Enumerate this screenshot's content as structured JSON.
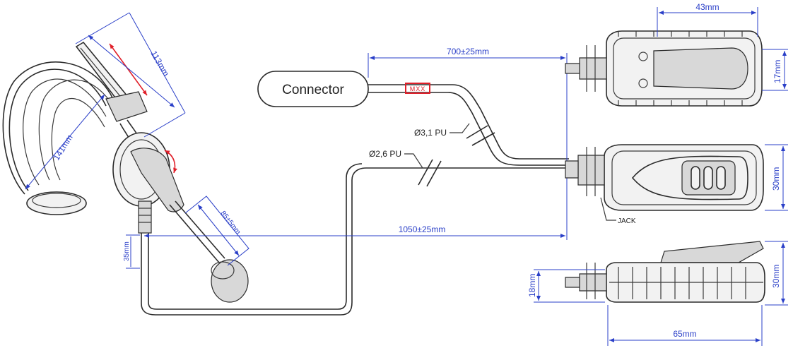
{
  "connector": {
    "label": "Connector",
    "marker": "MXX"
  },
  "cables": {
    "upper_length": "700±25mm",
    "upper_spec": "Ø3,1 PU",
    "lower_length": "1050±25mm",
    "lower_spec": "Ø2,6 PU"
  },
  "headset": {
    "headband": "113mm",
    "side": "141mm",
    "boom": "85±5mm",
    "plug": "35mm"
  },
  "ptt": {
    "top_width": "43mm",
    "top_height": "17mm",
    "front_height": "30mm",
    "jack_label": "JACK",
    "side_height_left": "18mm",
    "side_height_right": "30mm",
    "side_length": "65mm"
  },
  "colors": {
    "dimension": "#2a3fc8",
    "marker": "#e0202a",
    "outline": "#2b2b2b"
  }
}
